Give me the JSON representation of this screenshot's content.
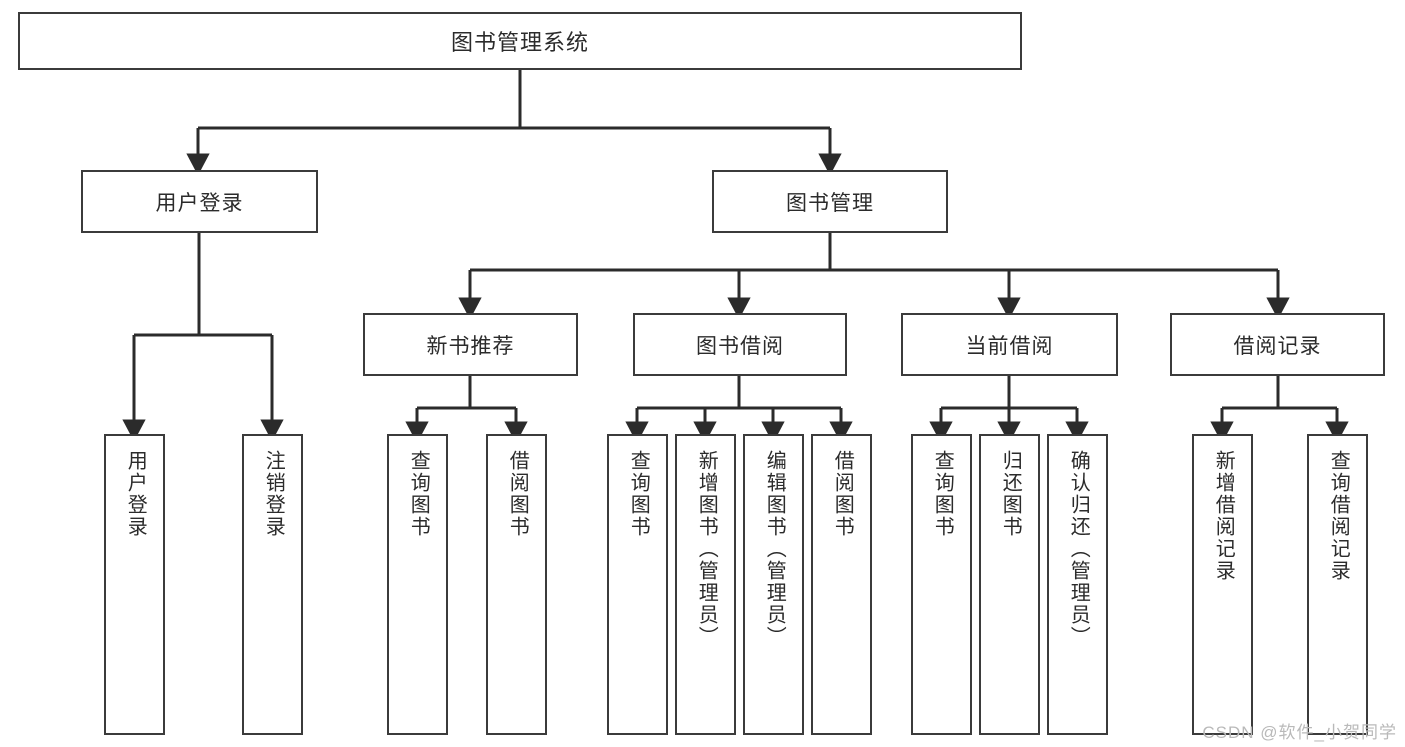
{
  "diagram": {
    "title": "图书管理系统",
    "type": "tree",
    "colors": {
      "box_border": "#3b3b3b",
      "box_fill": "#ffffff",
      "connector": "#2b2b2b",
      "text": "#2b2b2b",
      "watermark": "#b9b9b9",
      "background": "#ffffff"
    }
  },
  "watermark": {
    "text": "CSDN @软件_小贺同学"
  },
  "root": {
    "label": "图书管理系统"
  },
  "level1": [
    {
      "label": "用户登录"
    },
    {
      "label": "图书管理"
    }
  ],
  "level2": [
    {
      "label": "新书推荐"
    },
    {
      "label": "图书借阅"
    },
    {
      "label": "当前借阅"
    },
    {
      "label": "借阅记录"
    }
  ],
  "leaves": {
    "user_login": [
      {
        "label": "用户登录"
      },
      {
        "label": "注销登录"
      }
    ],
    "new_book": [
      {
        "label": "查询图书"
      },
      {
        "label": "借阅图书"
      }
    ],
    "book_borrow": [
      {
        "label": "查询图书"
      },
      {
        "label": "新增图书（管理员）"
      },
      {
        "label": "编辑图书（管理员）"
      },
      {
        "label": "借阅图书"
      }
    ],
    "current_borrow": [
      {
        "label": "查询图书"
      },
      {
        "label": "归还图书"
      },
      {
        "label": "确认归还（管理员）"
      }
    ],
    "borrow_record": [
      {
        "label": "新增借阅记录"
      },
      {
        "label": "查询借阅记录"
      }
    ]
  }
}
